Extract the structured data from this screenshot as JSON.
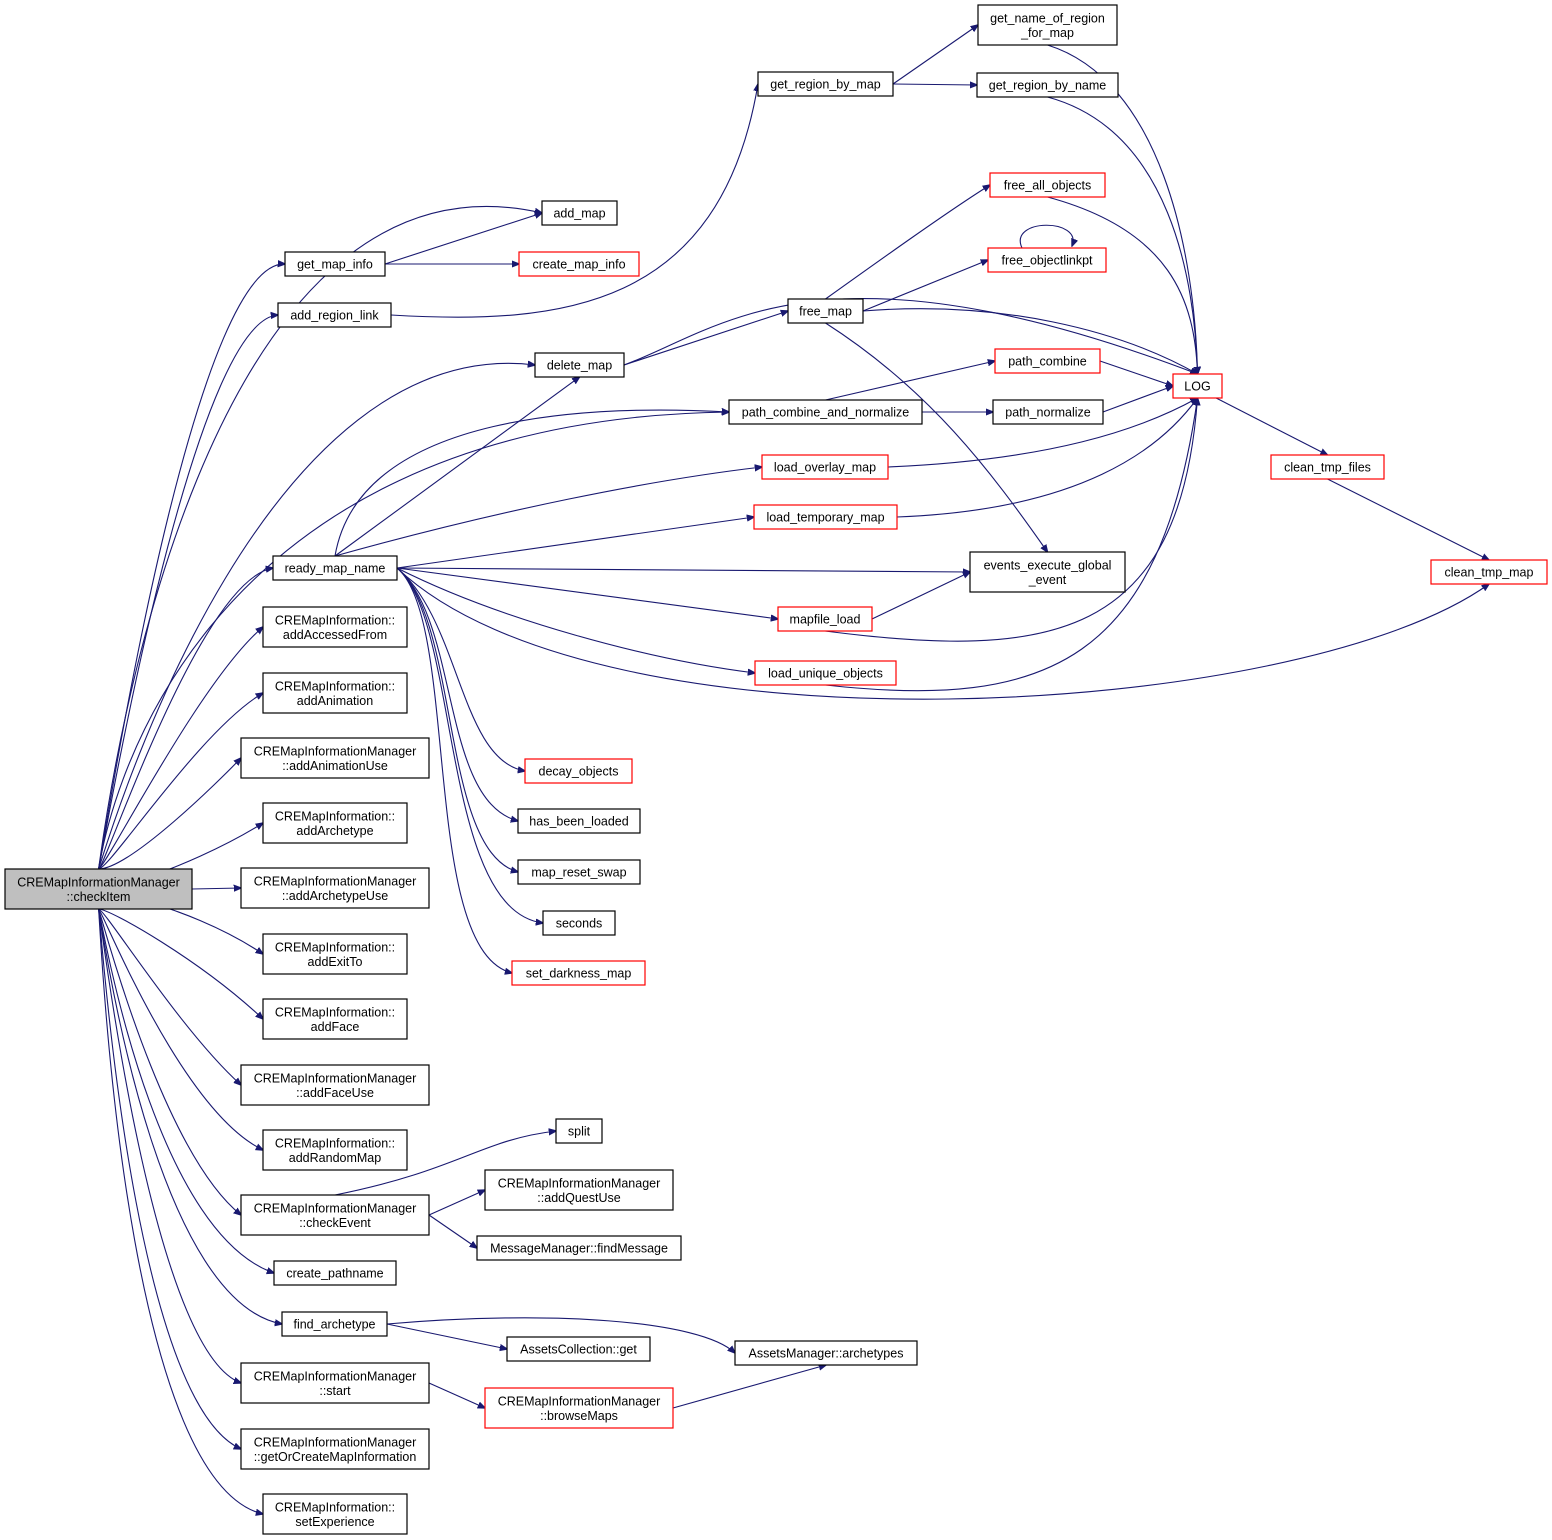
{
  "colors": {
    "edge": "#191970",
    "red_border": "#ff0000",
    "black_border": "#000000",
    "root_fill": "#bfbfbf"
  },
  "nodes": {
    "root": [
      "CREMapInformationManager",
      "::checkItem"
    ],
    "get_name_of_region_for_map": [
      "get_name_of_region",
      "_for_map"
    ],
    "get_region_by_map": [
      "get_region_by_map"
    ],
    "get_region_by_name": [
      "get_region_by_name"
    ],
    "add_map": [
      "add_map"
    ],
    "get_map_info": [
      "get_map_info"
    ],
    "create_map_info": [
      "create_map_info"
    ],
    "add_region_link": [
      "add_region_link"
    ],
    "free_all_objects": [
      "free_all_objects"
    ],
    "free_objectlinkpt": [
      "free_objectlinkpt"
    ],
    "free_map": [
      "free_map"
    ],
    "delete_map": [
      "delete_map"
    ],
    "path_combine": [
      "path_combine"
    ],
    "LOG": [
      "LOG"
    ],
    "path_combine_and_normalize": [
      "path_combine_and_normalize"
    ],
    "path_normalize": [
      "path_normalize"
    ],
    "load_overlay_map": [
      "load_overlay_map"
    ],
    "clean_tmp_files": [
      "clean_tmp_files"
    ],
    "load_temporary_map": [
      "load_temporary_map"
    ],
    "ready_map_name": [
      "ready_map_name"
    ],
    "events_execute_global_event": [
      "events_execute_global",
      "_event"
    ],
    "clean_tmp_map": [
      "clean_tmp_map"
    ],
    "mapfile_load": [
      "mapfile_load"
    ],
    "addAccessedFrom": [
      "CREMapInformation::",
      "addAccessedFrom"
    ],
    "load_unique_objects": [
      "load_unique_objects"
    ],
    "addAnimation": [
      "CREMapInformation::",
      "addAnimation"
    ],
    "addAnimationUse": [
      "CREMapInformationManager",
      "::addAnimationUse"
    ],
    "decay_objects": [
      "decay_objects"
    ],
    "has_been_loaded": [
      "has_been_loaded"
    ],
    "addArchetype": [
      "CREMapInformation::",
      "addArchetype"
    ],
    "map_reset_swap": [
      "map_reset_swap"
    ],
    "addArchetypeUse": [
      "CREMapInformationManager",
      "::addArchetypeUse"
    ],
    "seconds": [
      "seconds"
    ],
    "addExitTo": [
      "CREMapInformation::",
      "addExitTo"
    ],
    "set_darkness_map": [
      "set_darkness_map"
    ],
    "addFace": [
      "CREMapInformation::",
      "addFace"
    ],
    "addFaceUse": [
      "CREMapInformationManager",
      "::addFaceUse"
    ],
    "split": [
      "split"
    ],
    "addRandomMap": [
      "CREMapInformation::",
      "addRandomMap"
    ],
    "addQuestUse": [
      "CREMapInformationManager",
      "::addQuestUse"
    ],
    "checkEvent": [
      "CREMapInformationManager",
      "::checkEvent"
    ],
    "findMessage": [
      "MessageManager::findMessage"
    ],
    "create_pathname": [
      "create_pathname"
    ],
    "find_archetype": [
      "find_archetype"
    ],
    "AssetsCollection_get": [
      "AssetsCollection::get"
    ],
    "archetypes": [
      "AssetsManager::archetypes"
    ],
    "start": [
      "CREMapInformationManager",
      "::start"
    ],
    "browseMaps": [
      "CREMapInformationManager",
      "::browseMaps"
    ],
    "getOrCreateMapInformation": [
      "CREMapInformationManager",
      "::getOrCreateMapInformation"
    ],
    "setExperience": [
      "CREMapInformation::",
      "setExperience"
    ]
  }
}
